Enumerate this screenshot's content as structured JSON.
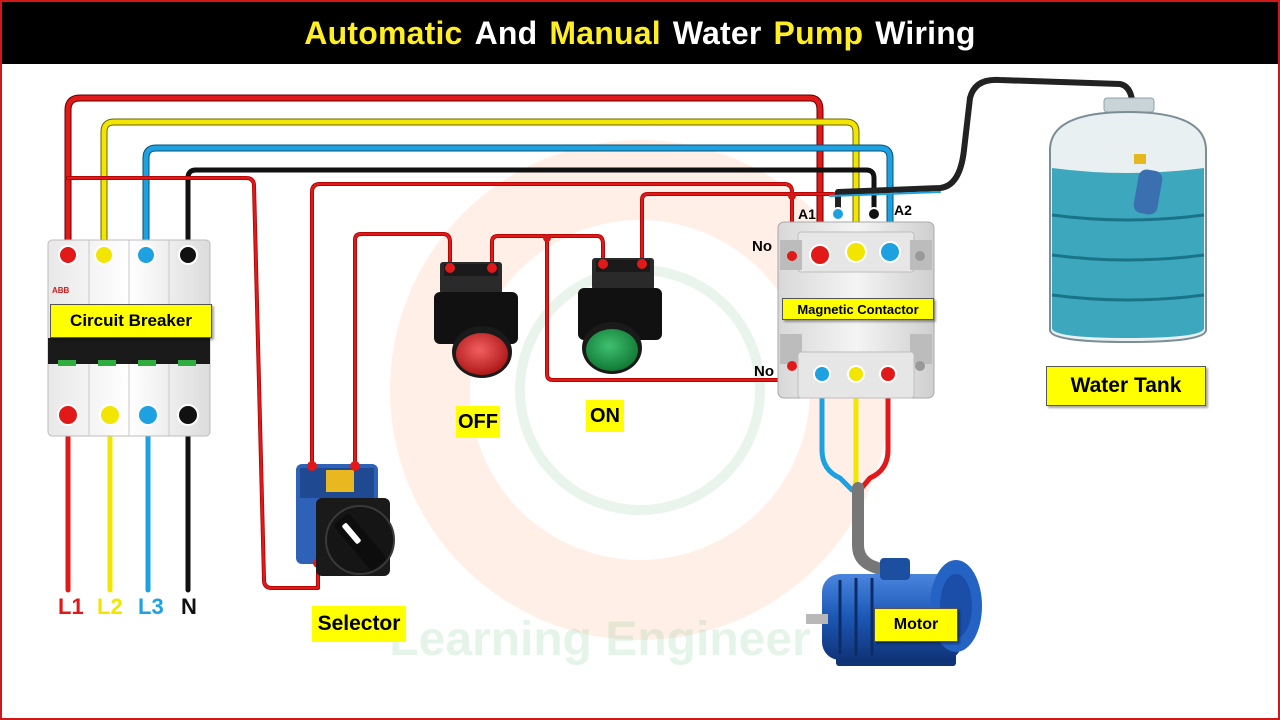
{
  "title": {
    "word1": "Automatic",
    "word2": "And",
    "word3": "Manual",
    "word4": "Water",
    "word5": "Pump",
    "word6": "Wiring"
  },
  "labels": {
    "circuit_breaker": "Circuit  Breaker",
    "magnetic_contactor": "Magnetic Contactor",
    "water_tank": "Water Tank",
    "motor": "Motor",
    "selector": "Selector",
    "off": "OFF",
    "on": "ON",
    "no_top": "No",
    "no_bottom": "No",
    "a1": "A1",
    "a2": "A2",
    "breaker_brand": "ABB"
  },
  "phases": {
    "l1": "L1",
    "l2": "L2",
    "l3": "L3",
    "n": "N"
  },
  "watermark": "Learning Engineer",
  "colors": {
    "l1": "#e11919",
    "l2": "#f2e600",
    "l3": "#1da1e0",
    "neutral": "#111111",
    "title_accent": "#ffee22",
    "label_bg": "#ffff00",
    "off_button": "#d42a2a",
    "on_button": "#1f9a45",
    "water": "#2a9fb8",
    "motor": "#1c57b5"
  }
}
